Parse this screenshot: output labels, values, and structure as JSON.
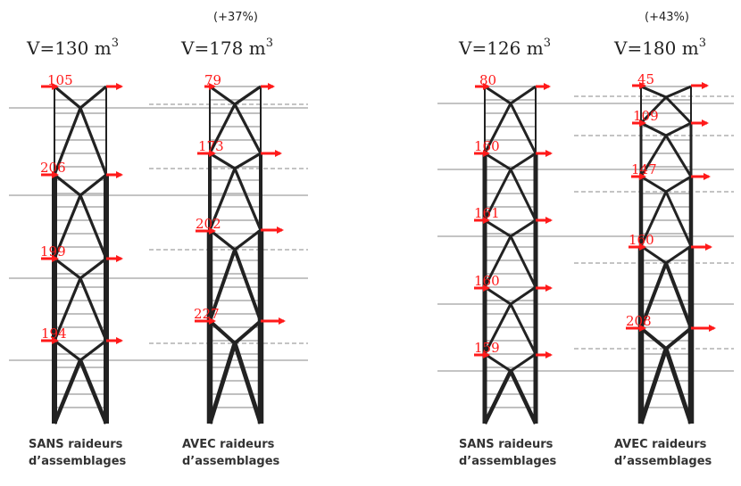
{
  "colors": {
    "structure": "#222222",
    "rung": "#9a9a9a",
    "force": "#ff1a1a",
    "level_line": "#8a8a8a",
    "text": "#222222"
  },
  "panels": [
    {
      "id": "left-pair",
      "towers": [
        {
          "id": "t1",
          "variant": "SANS",
          "volume_label": "V=130 m",
          "volume_exp": "3",
          "increase_label": "",
          "caption_line1": "SANS raideurs",
          "caption_line2": "d’assemblages",
          "forces": [
            "105",
            "206",
            "199",
            "194"
          ],
          "level_style": "solid"
        },
        {
          "id": "t2",
          "variant": "AVEC",
          "volume_label": "V=178 m",
          "volume_exp": "3",
          "increase_label": "(+37%)",
          "caption_line1": "AVEC raideurs",
          "caption_line2": "d’assemblages",
          "forces": [
            "79",
            "173",
            "202",
            "227"
          ],
          "level_style": "dashed"
        }
      ]
    },
    {
      "id": "right-pair",
      "towers": [
        {
          "id": "t3",
          "variant": "SANS",
          "volume_label": "V=126 m",
          "volume_exp": "3",
          "increase_label": "",
          "caption_line1": "SANS raideurs",
          "caption_line2": "d’assemblages",
          "forces": [
            "80",
            "160",
            "161",
            "160",
            "159"
          ],
          "level_style": "solid"
        },
        {
          "id": "t4",
          "variant": "AVEC",
          "volume_label": "V=180 m",
          "volume_exp": "3",
          "increase_label": "(+43%)",
          "caption_line1": "AVEC raideurs",
          "caption_line2": "d’assemblages",
          "forces": [
            "45",
            "109",
            "147",
            "160",
            "208"
          ],
          "level_style": "dashed"
        }
      ]
    }
  ]
}
